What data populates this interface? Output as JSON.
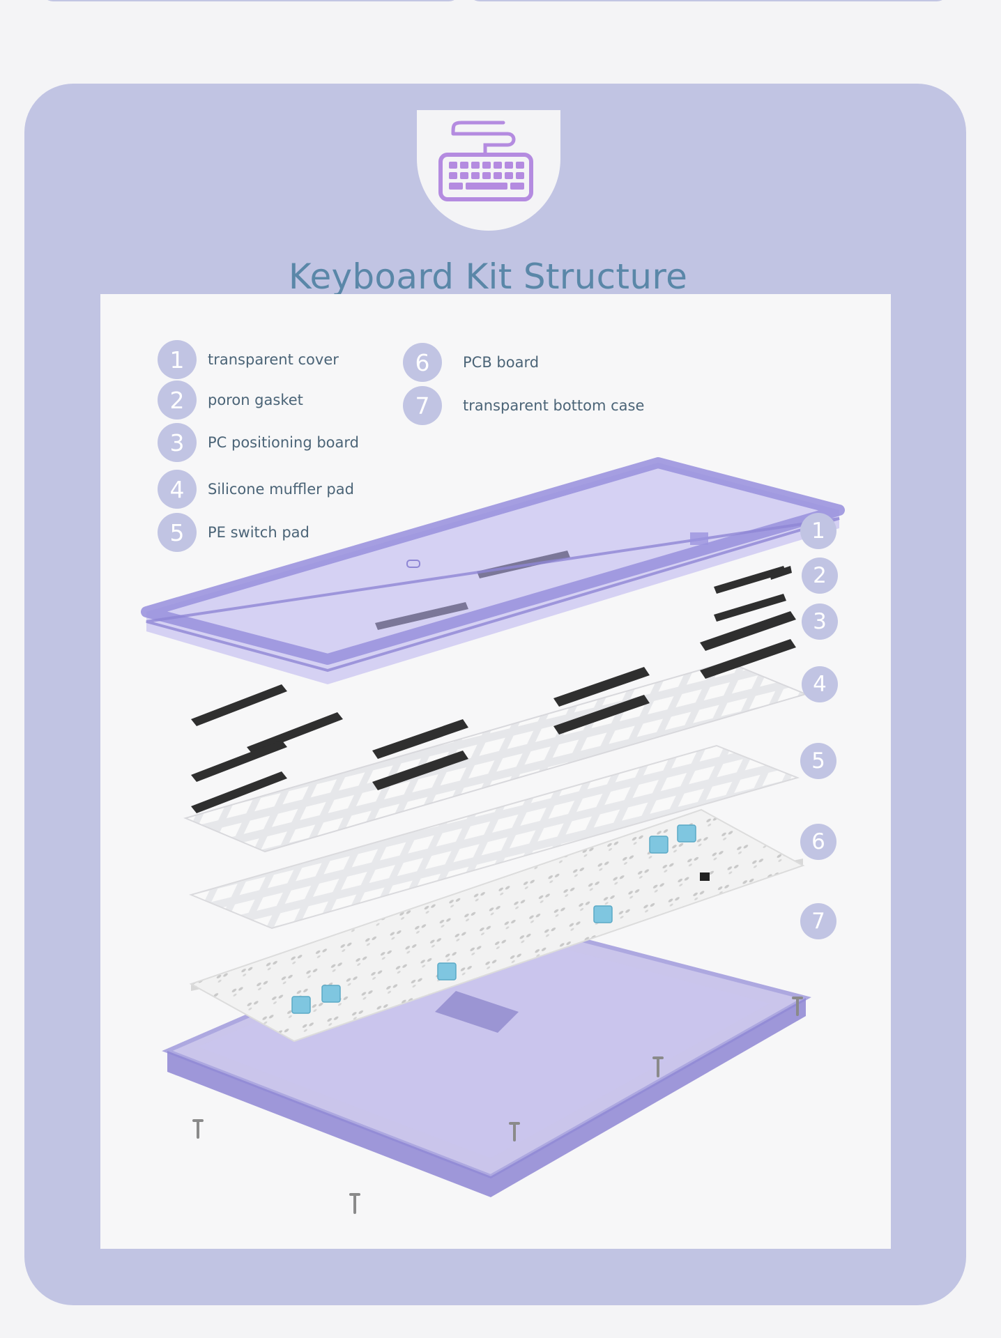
{
  "title": "Keyboard Kit Structure",
  "legend": [
    {
      "num": "1",
      "label": "transparent cover"
    },
    {
      "num": "2",
      "label": "poron gasket"
    },
    {
      "num": "3",
      "label": "PC positioning board"
    },
    {
      "num": "4",
      "label": "Silicone muffler pad"
    },
    {
      "num": "5",
      "label": "PE switch pad"
    },
    {
      "num": "6",
      "label": "PCB board"
    },
    {
      "num": "7",
      "label": "transparent bottom case"
    }
  ],
  "callouts": [
    "1",
    "2",
    "3",
    "4",
    "5",
    "6",
    "7"
  ],
  "colors": {
    "card": "#c1c4e3",
    "title": "#5a87a8",
    "case_purple": "#9b93de",
    "icon": "#b48be0",
    "switch_blue": "#7fc6e0",
    "foam_dark": "#2e2e2e"
  },
  "icons": {
    "header": "keyboard-icon"
  }
}
